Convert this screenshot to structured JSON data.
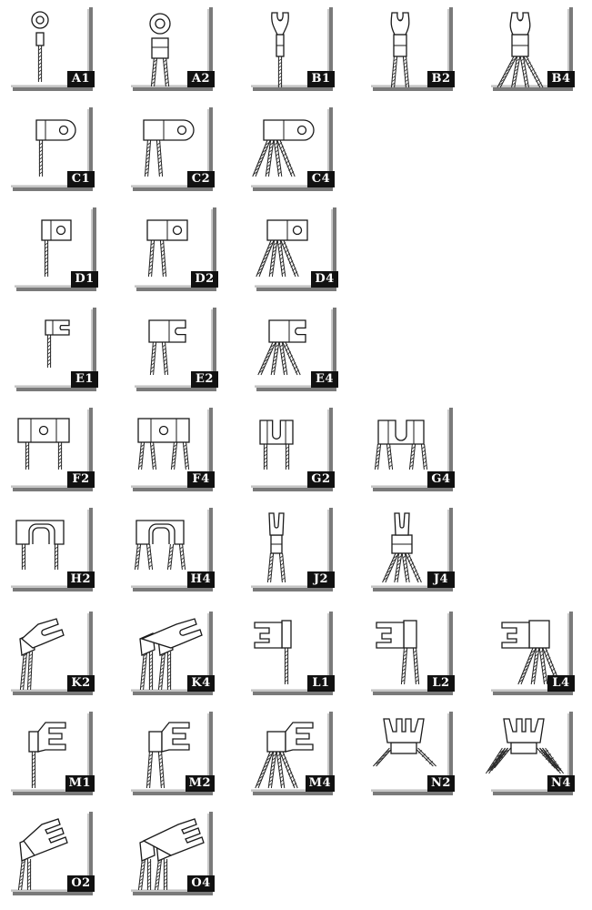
{
  "terminal_catalog": {
    "rows": [
      {
        "cells": [
          {
            "code": "A1",
            "shape": "ring",
            "wires": 1
          },
          {
            "code": "A2",
            "shape": "ring",
            "wires": 2
          },
          {
            "code": "B1",
            "shape": "fork",
            "wires": 1
          },
          {
            "code": "B2",
            "shape": "fork",
            "wires": 2
          },
          {
            "code": "B4",
            "shape": "fork",
            "wires": 4
          }
        ]
      },
      {
        "cells": [
          {
            "code": "C1",
            "shape": "flag-ring",
            "wires": 1
          },
          {
            "code": "C2",
            "shape": "flag-ring",
            "wires": 2
          },
          {
            "code": "C4",
            "shape": "flag-ring",
            "wires": 4
          }
        ]
      },
      {
        "cells": [
          {
            "code": "D1",
            "shape": "flag-square",
            "wires": 1
          },
          {
            "code": "D2",
            "shape": "flag-square",
            "wires": 2
          },
          {
            "code": "D4",
            "shape": "flag-square",
            "wires": 4
          }
        ]
      },
      {
        "cells": [
          {
            "code": "E1",
            "shape": "flag-hook",
            "wires": 1
          },
          {
            "code": "E2",
            "shape": "flag-hook",
            "wires": 2
          },
          {
            "code": "E4",
            "shape": "flag-hook",
            "wires": 4
          }
        ]
      },
      {
        "cells": [
          {
            "code": "F2",
            "shape": "bridge-hole",
            "wires": 2
          },
          {
            "code": "F4",
            "shape": "bridge-hole",
            "wires": 4
          },
          {
            "code": "G2",
            "shape": "bridge-slot",
            "wires": 2
          },
          {
            "code": "G4",
            "shape": "bridge-slot",
            "wires": 4
          }
        ]
      },
      {
        "cells": [
          {
            "code": "H2",
            "shape": "bridge-arch",
            "wires": 2
          },
          {
            "code": "H4",
            "shape": "bridge-arch",
            "wires": 4
          },
          {
            "code": "J2",
            "shape": "fork-long",
            "wires": 2
          },
          {
            "code": "J4",
            "shape": "fork-long",
            "wires": 4
          }
        ]
      },
      {
        "cells": [
          {
            "code": "K2",
            "shape": "angled-fork",
            "wires": 2
          },
          {
            "code": "K4",
            "shape": "angled-fork",
            "wires": 4
          },
          {
            "code": "L1",
            "shape": "side-fork",
            "wires": 1
          },
          {
            "code": "L2",
            "shape": "side-fork",
            "wires": 2
          },
          {
            "code": "L4",
            "shape": "side-fork",
            "wires": 4
          }
        ]
      },
      {
        "cells": [
          {
            "code": "M1",
            "shape": "side-double-fork",
            "wires": 1
          },
          {
            "code": "M2",
            "shape": "side-double-fork",
            "wires": 2
          },
          {
            "code": "M4",
            "shape": "side-double-fork",
            "wires": 4
          },
          {
            "code": "N2",
            "shape": "triple-fork",
            "wires": 2
          },
          {
            "code": "N4",
            "shape": "triple-fork",
            "wires": 4
          }
        ]
      },
      {
        "cells": [
          {
            "code": "O2",
            "shape": "angled-double-fork",
            "wires": 2
          },
          {
            "code": "O4",
            "shape": "angled-double-fork",
            "wires": 4
          }
        ]
      }
    ]
  }
}
